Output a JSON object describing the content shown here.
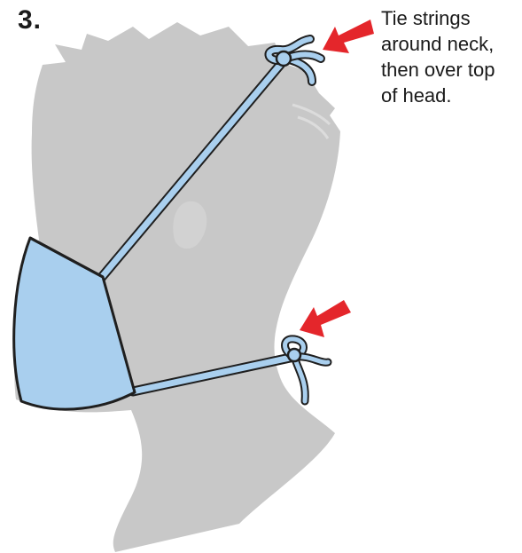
{
  "step": {
    "number": "3."
  },
  "instruction": {
    "lines": [
      "Tie strings",
      "around neck,",
      "then over top",
      "of head."
    ]
  },
  "colors": {
    "silhouette": "#c8c8c8",
    "mask_fill": "#a9cfee",
    "mask_outline": "#1f1f1f",
    "string": "#a9cfee",
    "arrow": "#e4262b",
    "text": "#1a1a1a"
  },
  "icons": {
    "arrow": "red-arrow-icon",
    "head": "head-silhouette"
  }
}
